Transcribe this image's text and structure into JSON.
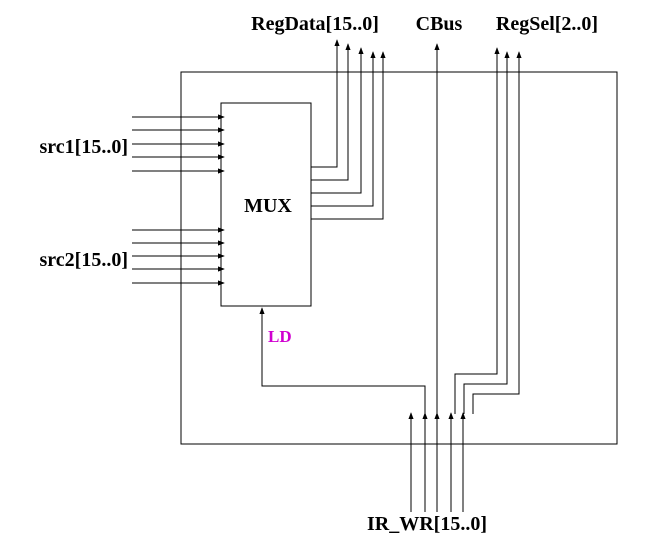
{
  "labels": {
    "regdata": "RegData[15..0]",
    "cbus": "CBus",
    "regsel": "RegSel[2..0]",
    "src1": "src1[15..0]",
    "src2": "src2[15..0]",
    "mux": "MUX",
    "ld": "LD",
    "ir_wr": "IR_WR[15..0]"
  },
  "colors": {
    "line": "#000000",
    "ld_label": "#d000d0",
    "background": "#ffffff"
  }
}
